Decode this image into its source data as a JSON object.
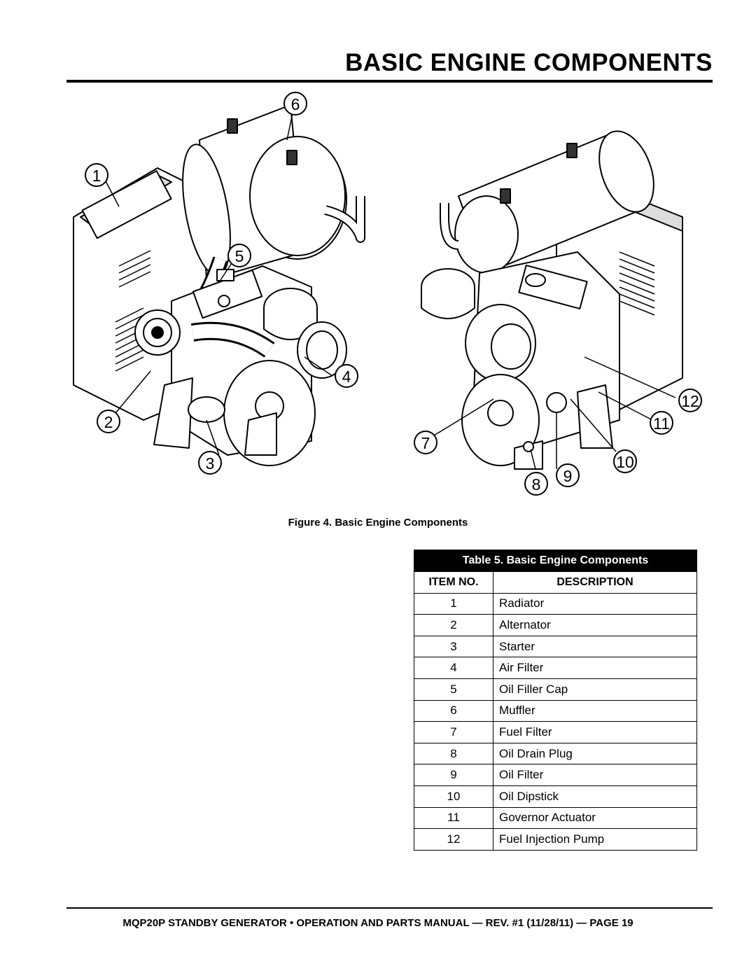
{
  "header": {
    "title": "BASIC ENGINE COMPONENTS"
  },
  "figure": {
    "caption": "Figure 4. Basic Engine Components",
    "callouts": [
      "1",
      "2",
      "3",
      "4",
      "5",
      "6",
      "7",
      "8",
      "9",
      "10",
      "11",
      "12"
    ]
  },
  "table": {
    "caption": "Table 5. Basic Engine Components",
    "headers": {
      "item_no": "ITEM NO.",
      "description": "DESCRIPTION"
    },
    "rows": [
      {
        "no": "1",
        "desc": "Radiator"
      },
      {
        "no": "2",
        "desc": "Alternator"
      },
      {
        "no": "3",
        "desc": "Starter"
      },
      {
        "no": "4",
        "desc": "Air Filter"
      },
      {
        "no": "5",
        "desc": "Oil Filler Cap"
      },
      {
        "no": "6",
        "desc": "Muffler"
      },
      {
        "no": "7",
        "desc": "Fuel Filter"
      },
      {
        "no": "8",
        "desc": "Oil Drain Plug"
      },
      {
        "no": "9",
        "desc": "Oil Filter"
      },
      {
        "no": "10",
        "desc": "Oil Dipstick"
      },
      {
        "no": "11",
        "desc": "Governor Actuator"
      },
      {
        "no": "12",
        "desc": "Fuel Injection Pump"
      }
    ]
  },
  "footer": {
    "text": "MQP20P STANDBY GENERATOR • OPERATION AND PARTS MANUAL — REV. #1 (11/28/11) — PAGE 19"
  }
}
